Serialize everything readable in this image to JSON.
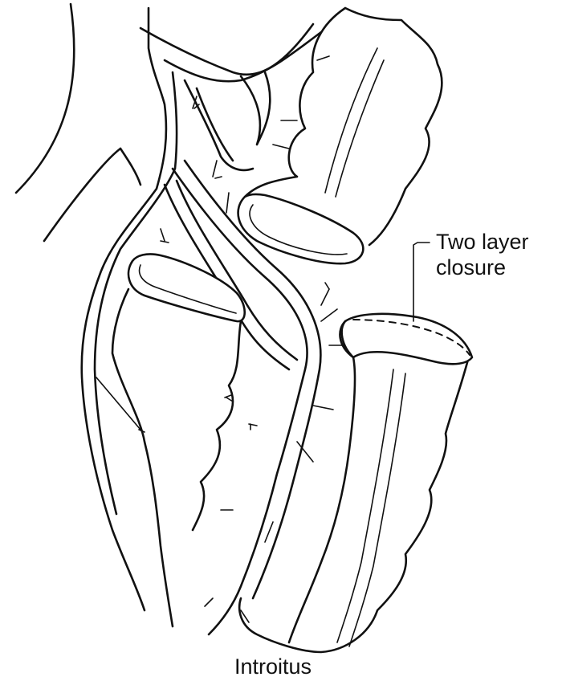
{
  "labels": {
    "closure_line1": "Two layer",
    "closure_line2": "closure",
    "introitus": "Introitus"
  },
  "colors": {
    "ink": "#111111",
    "background": "#ffffff"
  }
}
